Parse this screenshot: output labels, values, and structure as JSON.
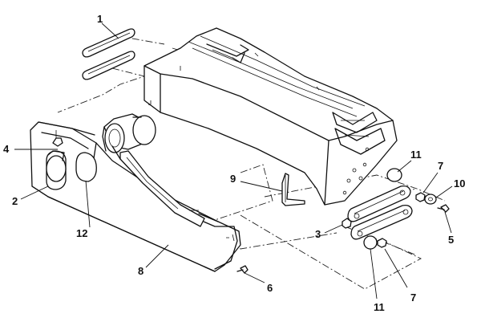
{
  "callouts": {
    "c1": "1",
    "c2": "2",
    "c3": "3",
    "c4": "4",
    "c5": "5",
    "c6": "6",
    "c7a": "7",
    "c7b": "7",
    "c8": "8",
    "c9": "9",
    "c10": "10",
    "c11a": "11",
    "c11b": "11",
    "c12": "12"
  },
  "colors": {
    "line": "#111111",
    "background": "#ffffff"
  }
}
